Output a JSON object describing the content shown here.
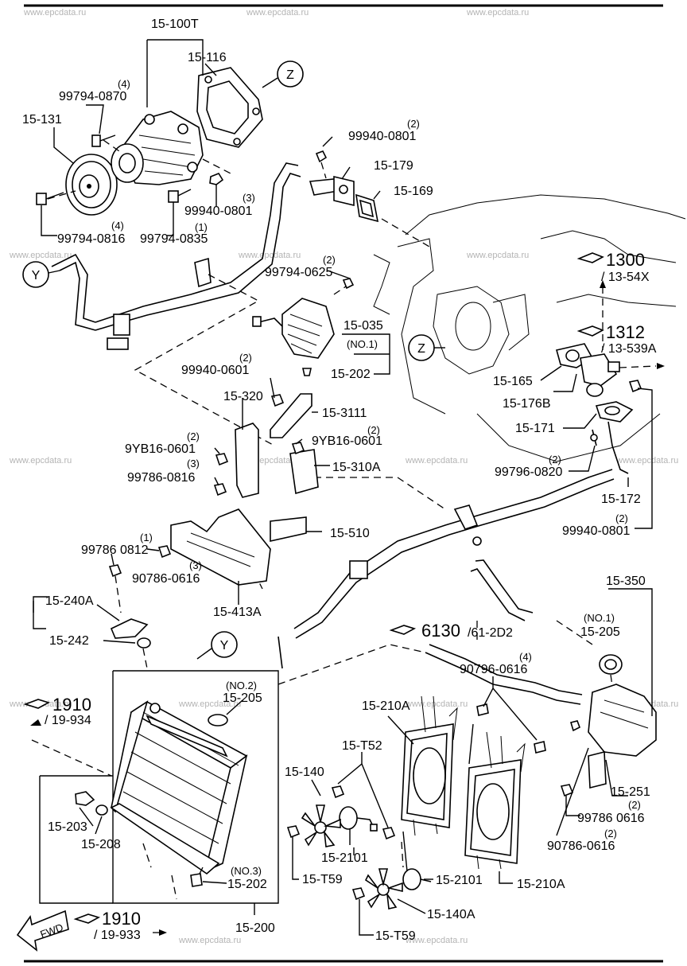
{
  "watermark": "www.epcdata.ru",
  "labels": {
    "l_15_100T": "15-100T",
    "l_15_116": "15-116",
    "l_99794_0870_qty": "(4)",
    "l_99794_0870": "99794-0870",
    "l_15_131": "15-131",
    "l_99940_0801_top_qty": "(2)",
    "l_99940_0801_top": "99940-0801",
    "l_15_179": "15-179",
    "l_15_169": "15-169",
    "l_99940_0801_mid_qty": "(3)",
    "l_99940_0801_mid": "99940-0801",
    "l_99794_0835_qty": "(1)",
    "l_99794_0835": "99794-0835",
    "l_99794_0816_qty": "(4)",
    "l_99794_0816": "99794-0816",
    "l_1300": "1300",
    "l_1300_sub": "/ 13-54X",
    "l_99794_0625_qty": "(2)",
    "l_99794_0625": "99794-0625",
    "l_15_035": "15-035",
    "l_no1_a": "(NO.1)",
    "l_15_202_a": "15-202",
    "l_1312": "1312",
    "l_1312_sub": "/ 13-539A",
    "l_99940_0601_qty": "(2)",
    "l_99940_0601": "99940-0601",
    "l_15_165": "15-165",
    "l_15_176B": "15-176B",
    "l_15_320": "15-320",
    "l_15_3111": "15-3111",
    "l_15_171": "15-171",
    "l_9YB16_0601_a_qty": "(2)",
    "l_9YB16_0601_a": "9YB16-0601",
    "l_9YB16_0601_b_qty": "(2)",
    "l_9YB16_0601_b": "9YB16-0601",
    "l_15_310A": "15-310A",
    "l_99786_0816_qty": "(3)",
    "l_99786_0816": "99786-0816",
    "l_99796_0820_qty": "(2)",
    "l_99796_0820": "99796-0820",
    "l_15_172": "15-172",
    "l_99786_0812_qty": "(1)",
    "l_99786_0812": "99786 0812",
    "l_15_510": "15-510",
    "l_99940_0801_r_qty": "(2)",
    "l_99940_0801_r": "99940-0801",
    "l_90786_0616_a_qty": "(3)",
    "l_90786_0616_a": "90786-0616",
    "l_15_413A": "15-413A",
    "l_15_350": "15-350",
    "l_15_240A": "15-240A",
    "l_15_242": "15-242",
    "l_6130": "6130",
    "l_6130_sub": "/61-2D2",
    "l_no1_b": "(NO.1)",
    "l_15_205_a": "15-205",
    "l_90796_0616_qty": "(4)",
    "l_90796_0616": "90796-0616",
    "l_no2": "(NO.2)",
    "l_15_205_b": "15-205",
    "l_1910_a": "1910",
    "l_1910_a_sub": "/ 19-934",
    "l_15_210A_a": "15-210A",
    "l_15_T52": "15-T52",
    "l_15_140": "15-140",
    "l_15_203": "15-203",
    "l_15_208": "15-208",
    "l_15_2101_a": "15-2101",
    "l_15_T59_a": "15-T59",
    "l_15_251": "15-251",
    "l_99786_0616_qty": "(2)",
    "l_99786_0616": "99786 0616",
    "l_90786_0616_b_qty": "(2)",
    "l_90786_0616_b": "90786-0616",
    "l_no3": "(NO.3)",
    "l_15_202_b": "15-202",
    "l_15_2101_b": "15-2101",
    "l_15_210A_b": "15-210A",
    "l_15_140A": "15-140A",
    "l_1910_b": "1910",
    "l_1910_b_sub": "/ 19-933",
    "l_15_200": "15-200",
    "l_15_T59_b": "15-T59",
    "l_fwd": "FWD",
    "callout_Z_1": "Z",
    "callout_Z_2": "Z",
    "callout_Y_1": "Y",
    "callout_Y_2": "Y"
  }
}
